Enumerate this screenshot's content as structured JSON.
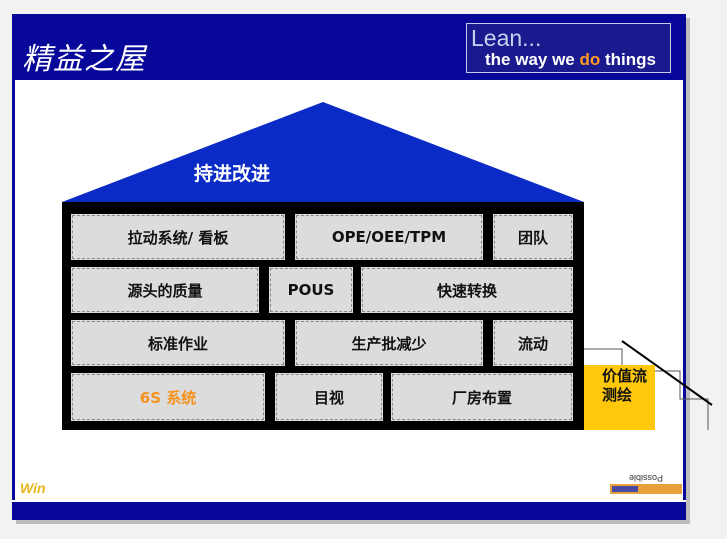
{
  "slide": {
    "title": "精益之屋"
  },
  "logo": {
    "line1": "Lean...",
    "line2_prefix": "the way we ",
    "line2_accent": "do",
    "line2_suffix": " things"
  },
  "footer": {
    "win_logo": "Win",
    "corner_logo_text": "Possible",
    "corner_logo_icon": "mirrored-corporate-logo"
  },
  "house": {
    "roof_label": "持进改进",
    "rows": [
      [
        "拉动系统/ 看板",
        "OPE/OEE/TPM",
        "团队"
      ],
      [
        "源头的质量",
        "POUS",
        "快速转换"
      ],
      [
        "标准作业",
        "生产批减少",
        "流动"
      ],
      [
        "6S 系统",
        "目视",
        "厂房布置"
      ]
    ],
    "side_block": "价值流测绘"
  },
  "colors": {
    "title_bar": "#07079a",
    "roof": "#0a2bc6",
    "brick": "#dcdcdc",
    "house_frame": "#000000",
    "side_block": "#ffc80a",
    "highlight_text": "#f5921e"
  }
}
